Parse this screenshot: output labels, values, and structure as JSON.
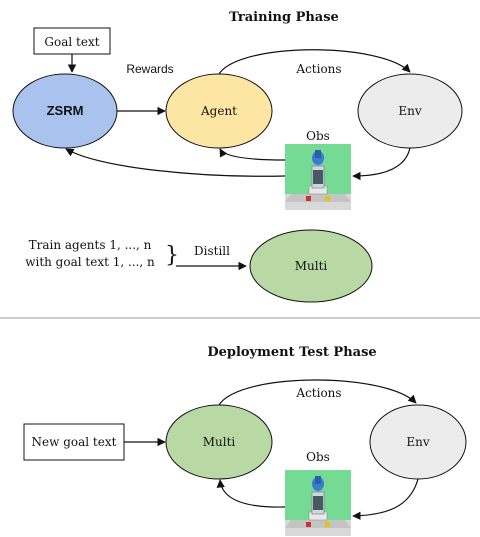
{
  "training": {
    "title": "Training  Phase",
    "goal_text": "Goal text",
    "rewards_label": "Rewards",
    "actions_label": "Actions",
    "obs_label": "Obs",
    "nodes": {
      "zsrm": "ZSRM",
      "agent": "Agent",
      "env": "Env"
    },
    "train_line1": "Train agents 1, ..., n",
    "train_line2": "with goal text 1, ..., n",
    "distill_label": "Distill",
    "multi": "Multi"
  },
  "deployment": {
    "title": "Deployment Test Phase",
    "new_goal_text": "New goal text",
    "actions_label": "Actions",
    "obs_label": "Obs",
    "nodes": {
      "multi": "Multi",
      "env": "Env"
    }
  },
  "colors": {
    "zsrm_fill": "#a9c3ee",
    "agent_fill": "#fde6a3",
    "env_fill": "#ececec",
    "multi_fill": "#b8d9a4",
    "obs_bg": "#74da94",
    "divider": "#999999"
  },
  "icons": {
    "obs_thumbnail": "robot-arm-simulation-icon"
  }
}
